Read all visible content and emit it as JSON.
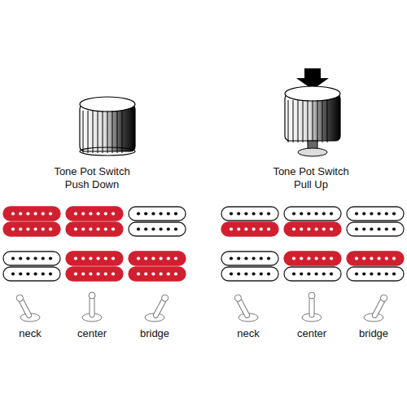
{
  "diagram": {
    "labels": [
      "Tone Pot Switch",
      "Push Down",
      "Tone Pot Switch",
      "Pull Up",
      "neck",
      "center",
      "bridge",
      "neck",
      "center",
      "bridge"
    ]
  }
}
